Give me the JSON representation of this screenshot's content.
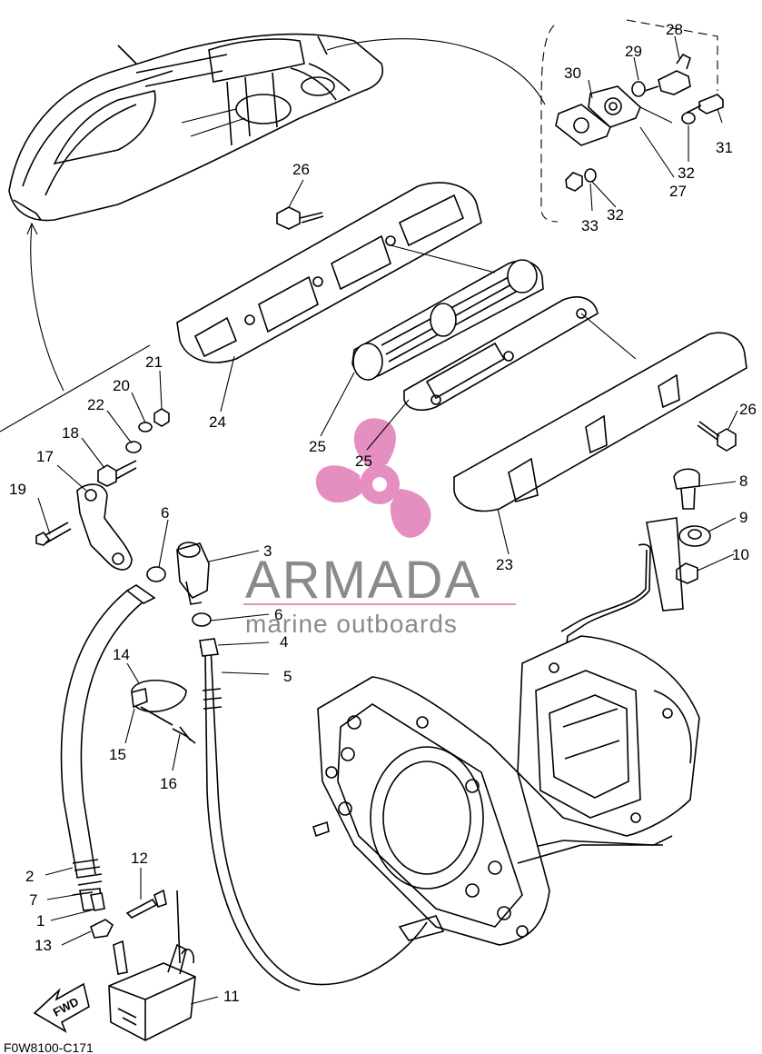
{
  "diagram": {
    "code": "F0W8100-C171",
    "direction_label": "FWD",
    "watermark": {
      "brand": "ARMADA",
      "tagline": "marine outboards",
      "logo_color": "#e48fc0",
      "text_color": "#8a8a8a"
    },
    "parts": [
      {
        "id": "p1",
        "number": "1"
      },
      {
        "id": "p2",
        "number": "2"
      },
      {
        "id": "p3",
        "number": "3"
      },
      {
        "id": "p4",
        "number": "4"
      },
      {
        "id": "p5",
        "number": "5"
      },
      {
        "id": "p6a",
        "number": "6"
      },
      {
        "id": "p6b",
        "number": "6"
      },
      {
        "id": "p7",
        "number": "7"
      },
      {
        "id": "p8",
        "number": "8"
      },
      {
        "id": "p9",
        "number": "9"
      },
      {
        "id": "p10",
        "number": "10"
      },
      {
        "id": "p11",
        "number": "11"
      },
      {
        "id": "p12",
        "number": "12"
      },
      {
        "id": "p13",
        "number": "13"
      },
      {
        "id": "p14",
        "number": "14"
      },
      {
        "id": "p15",
        "number": "15"
      },
      {
        "id": "p16",
        "number": "16"
      },
      {
        "id": "p17",
        "number": "17"
      },
      {
        "id": "p18",
        "number": "18"
      },
      {
        "id": "p19",
        "number": "19"
      },
      {
        "id": "p20",
        "number": "20"
      },
      {
        "id": "p21",
        "number": "21"
      },
      {
        "id": "p22",
        "number": "22"
      },
      {
        "id": "p23",
        "number": "23"
      },
      {
        "id": "p24",
        "number": "24"
      },
      {
        "id": "p25a",
        "number": "25"
      },
      {
        "id": "p25b",
        "number": "25"
      },
      {
        "id": "p26a",
        "number": "26"
      },
      {
        "id": "p26b",
        "number": "26"
      },
      {
        "id": "p27",
        "number": "27"
      },
      {
        "id": "p28",
        "number": "28"
      },
      {
        "id": "p29",
        "number": "29"
      },
      {
        "id": "p30",
        "number": "30"
      },
      {
        "id": "p31",
        "number": "31"
      },
      {
        "id": "p32a",
        "number": "32"
      },
      {
        "id": "p32b",
        "number": "32"
      },
      {
        "id": "p33",
        "number": "33"
      }
    ]
  }
}
